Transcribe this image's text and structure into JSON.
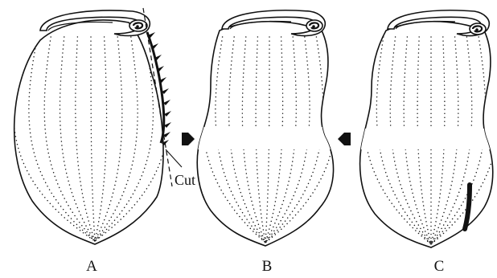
{
  "figure": {
    "cut_label": "Cut",
    "panels": [
      {
        "id": "A",
        "label": "A"
      },
      {
        "id": "B",
        "label": "B"
      },
      {
        "id": "C",
        "label": "C"
      }
    ]
  },
  "colors": {
    "ink": "#111111",
    "background": "#ffffff"
  }
}
